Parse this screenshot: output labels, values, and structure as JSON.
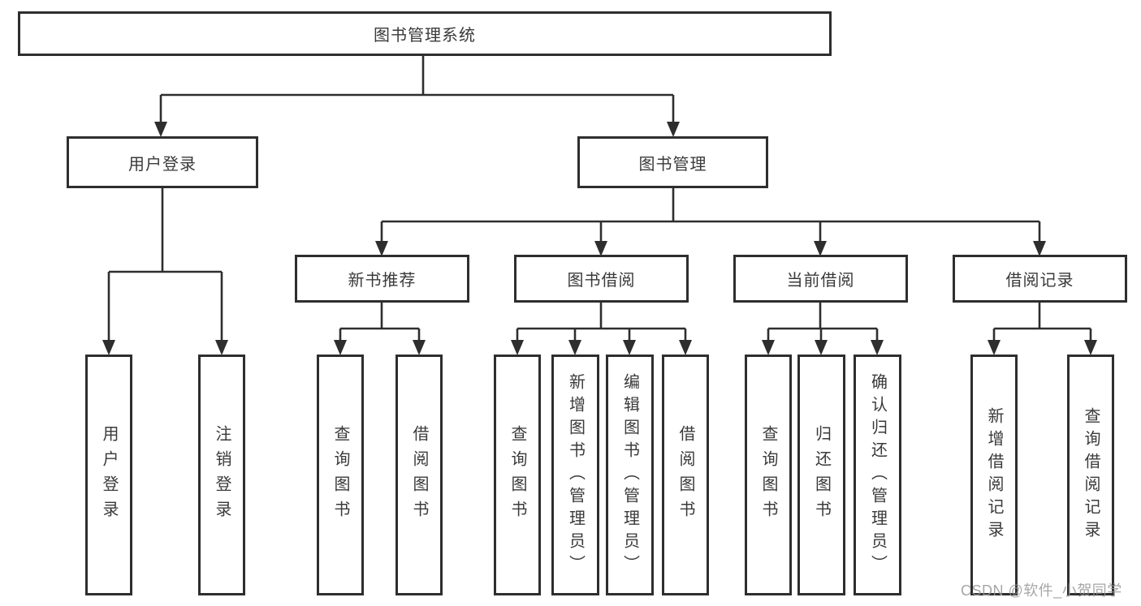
{
  "diagram": {
    "type": "functional-structure-tree",
    "colors": {
      "line": "#2e2e2e",
      "box_border": "#2e2e2e",
      "text": "#3a3a3a",
      "background": "#ffffff",
      "watermark_text_color": "#969696"
    },
    "tree": {
      "label": "图书管理系统",
      "children": [
        {
          "label": "用户登录",
          "children": [
            {
              "label": "用户登录"
            },
            {
              "label": "注销登录"
            }
          ]
        },
        {
          "label": "图书管理",
          "children": [
            {
              "label": "新书推荐",
              "children": [
                {
                  "label": "查询图书"
                },
                {
                  "label": "借阅图书"
                }
              ]
            },
            {
              "label": "图书借阅",
              "children": [
                {
                  "label": "查询图书"
                },
                {
                  "label": "新增图书（管理员）"
                },
                {
                  "label": "编辑图书（管理员）"
                },
                {
                  "label": "借阅图书"
                }
              ]
            },
            {
              "label": "当前借阅",
              "children": [
                {
                  "label": "查询图书"
                },
                {
                  "label": "归还图书"
                },
                {
                  "label": "确认归还（管理员）"
                }
              ]
            },
            {
              "label": "借阅记录",
              "children": [
                {
                  "label": "新增借阅记录"
                },
                {
                  "label": "查询借阅记录"
                }
              ]
            }
          ]
        }
      ]
    },
    "watermark": {
      "text": "CSDN @软件_小贺同学"
    }
  }
}
